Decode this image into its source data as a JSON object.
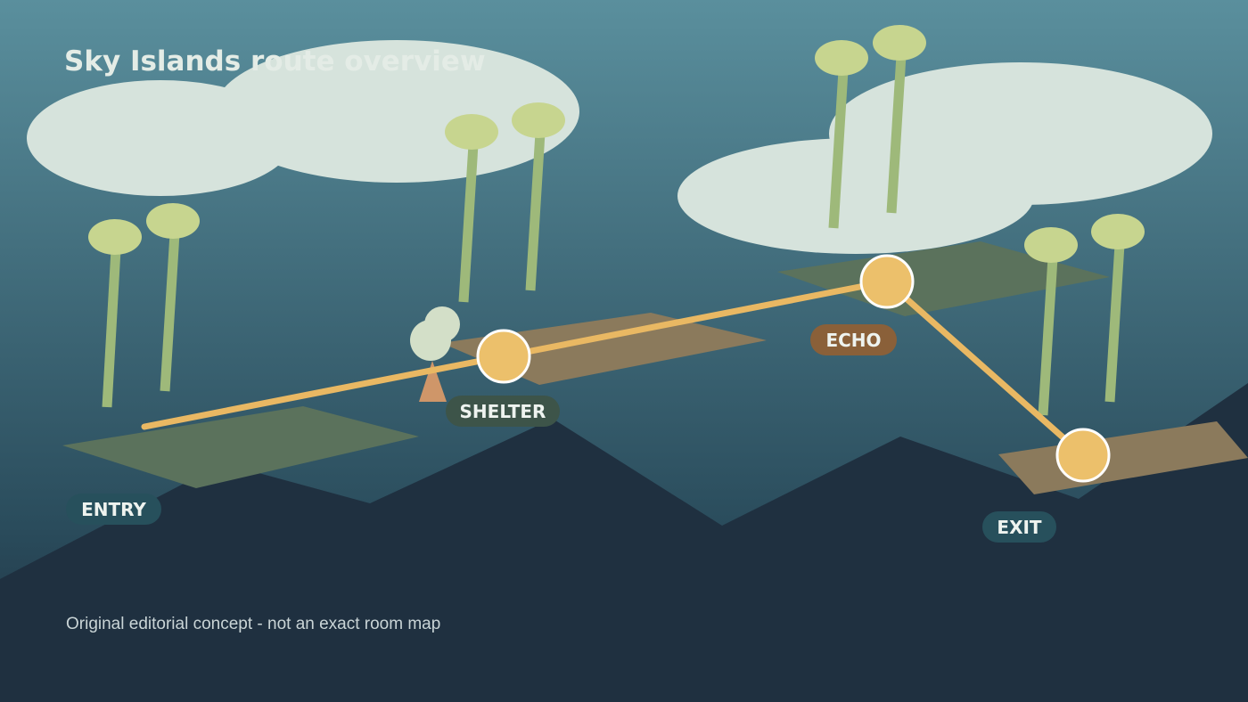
{
  "title": "Sky Islands route overview",
  "footer_note": "Original editorial concept - not an exact room map",
  "locations": {
    "entry": {
      "label": "ENTRY",
      "pill_color": "#27505c"
    },
    "shelter": {
      "label": "SHELTER",
      "pill_color": "#3d5449"
    },
    "echo": {
      "label": "ECHO",
      "pill_color": "#8a6039"
    },
    "exit": {
      "label": "EXIT",
      "pill_color": "#27505c"
    }
  },
  "colors": {
    "sky_top": "#5a8f9d",
    "sky_bottom": "#2a4c5c",
    "mountain": "#1f3040",
    "cloud": "#d6e3dc",
    "route": "#e9b863",
    "node": "#ecc06b",
    "grass_platform": "#5b725c",
    "sand_platform": "#8b7a5c",
    "tree_top": "#c7d58f",
    "tree_trunk": "#9eb97a",
    "bush": "#d3dfc8",
    "spike": "#cf9669"
  }
}
